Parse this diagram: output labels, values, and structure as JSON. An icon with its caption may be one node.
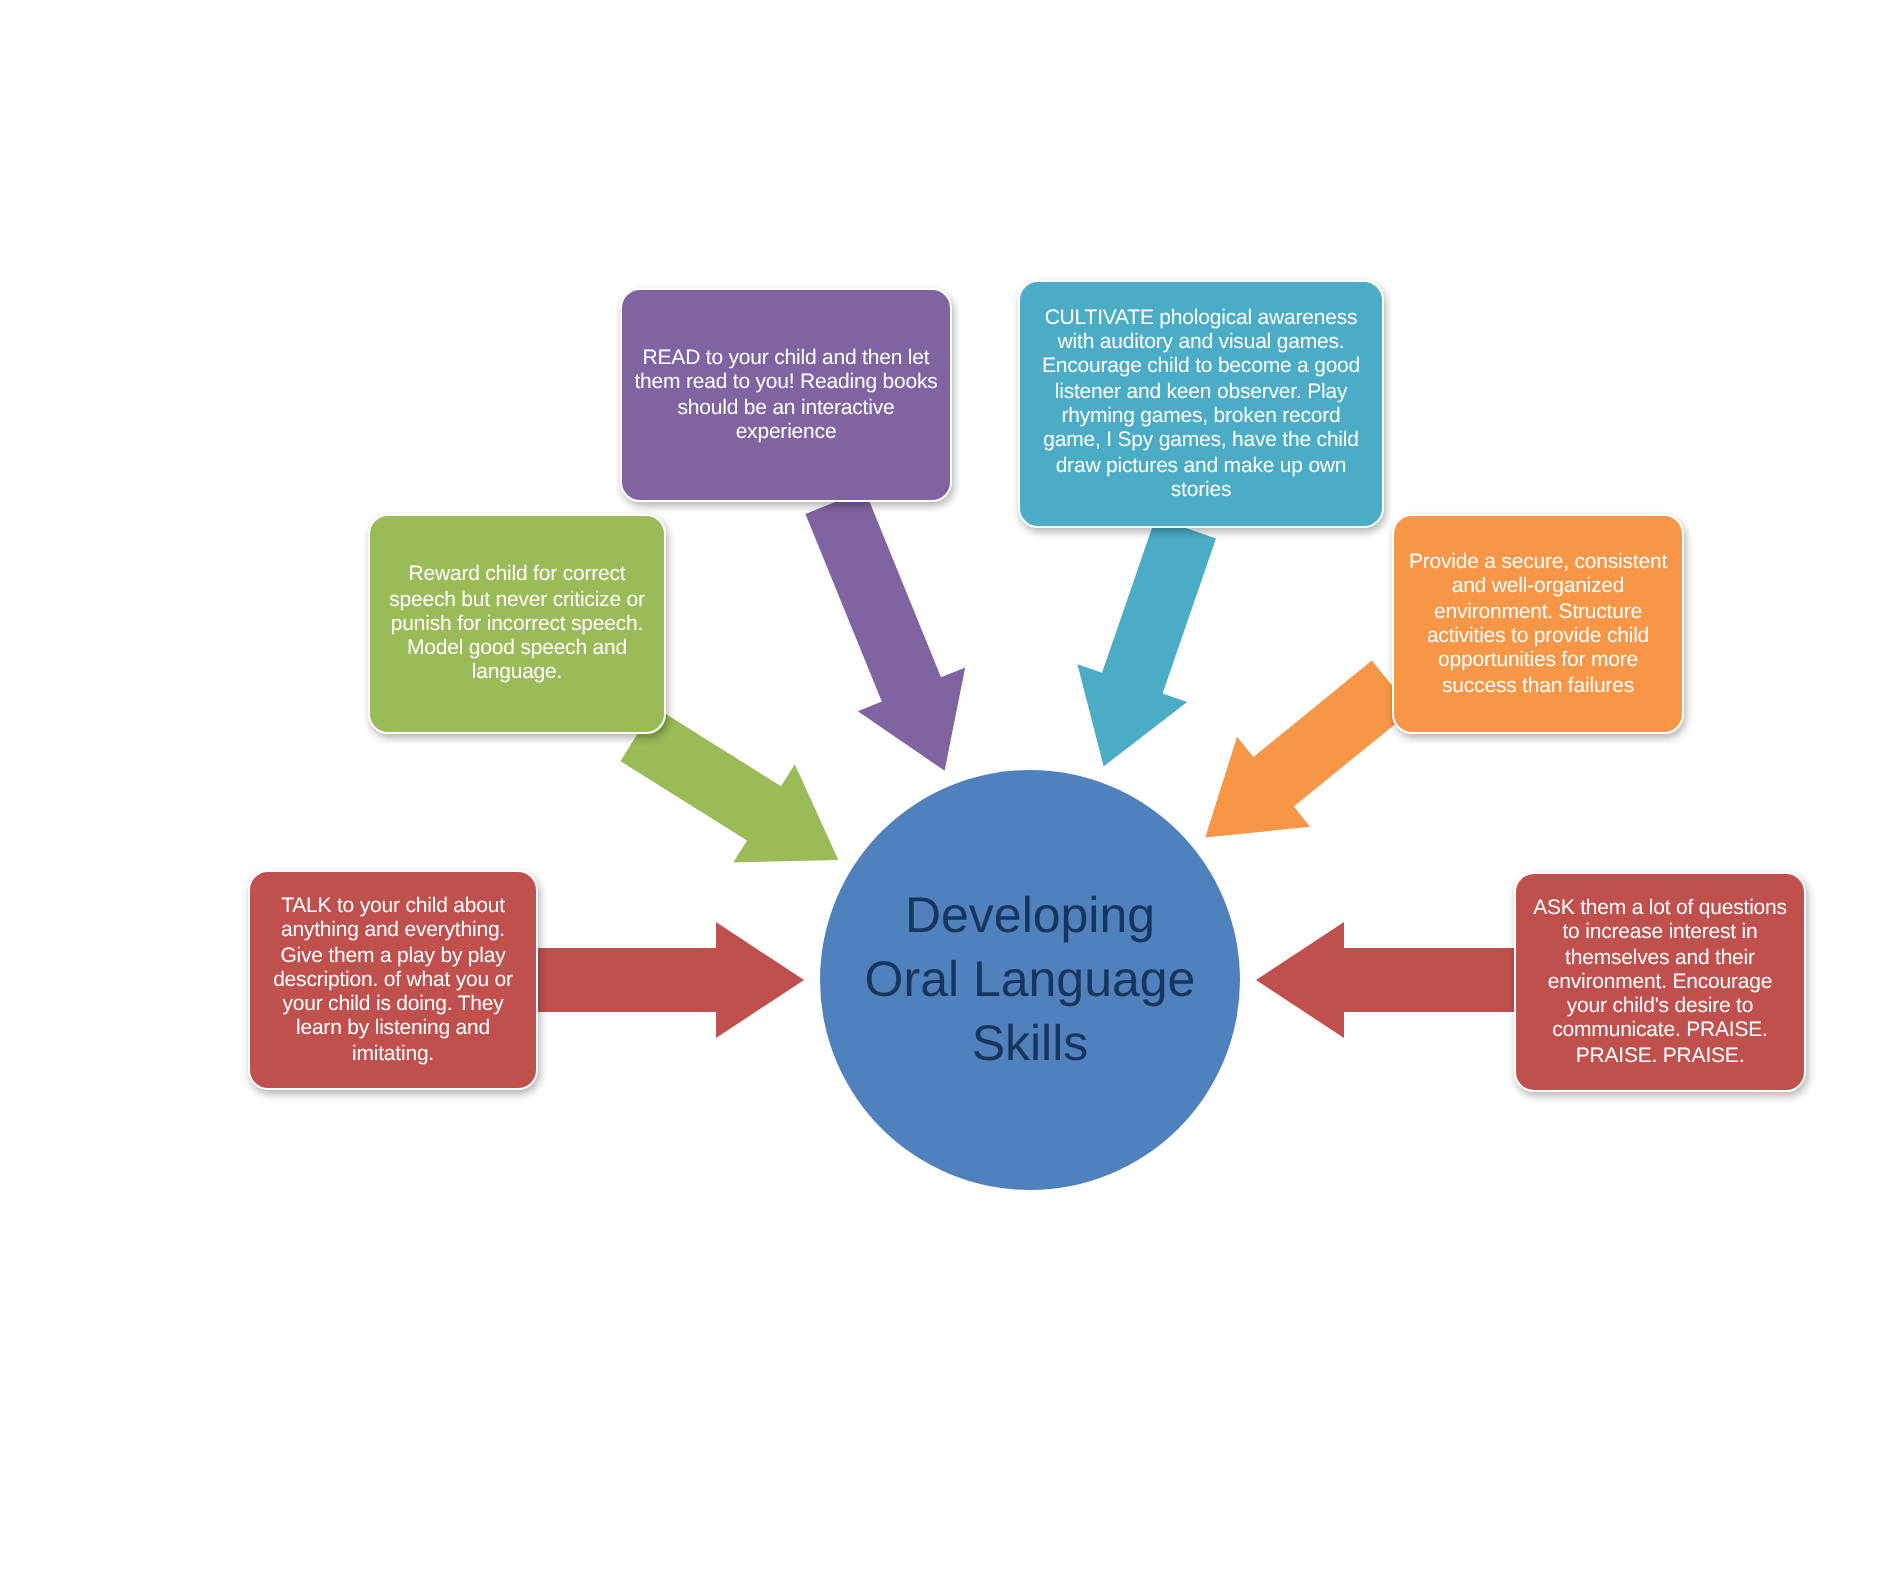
{
  "diagram": {
    "nodes": [
      {
        "text": [
          "Developing Oral Language Skills"
        ]
      },
      {
        "text": [
          "TALK to your child about anything and everything. Give them a play by play description. of what you or your child is doing. They learn by listening and imitating."
        ]
      },
      {
        "text": [
          "Reward child for correct speech but never criticize or punish for incorrect speech. Model good speech and language."
        ]
      },
      {
        "text": [
          "READ to your child and then let them read to you! Reading books should be an interactive experience"
        ]
      },
      {
        "text": [
          "CULTIVATE phological awareness with auditory and visual games. Encourage child to become a good listener and keen observer. Play rhyming games, broken record game, I Spy games, have the child draw pictures and make up own stories"
        ]
      },
      {
        "text": [
          "Provide a secure, consistent and well-organized environment. Structure activities to provide child opportunities for more success than failures"
        ]
      },
      {
        "text": [
          "ASK them a lot of questions to increase interest in themselves and their environment. Encourage your child's desire to communicate. PRAISE. PRAISE. PRAISE."
        ]
      }
    ],
    "edges": [
      {
        "from": 1,
        "to": 0,
        "arrow": "to",
        "style": "thick",
        "color": "#c0504d"
      },
      {
        "from": 2,
        "to": 0,
        "arrow": "to",
        "style": "thick",
        "color": "#9bbb59"
      },
      {
        "from": 3,
        "to": 0,
        "arrow": "to",
        "style": "thick",
        "color": "#8064a2"
      },
      {
        "from": 4,
        "to": 0,
        "arrow": "to",
        "style": "thick",
        "color": "#4bacc6"
      },
      {
        "from": 5,
        "to": 0,
        "arrow": "to",
        "style": "thick",
        "color": "#f79646"
      },
      {
        "from": 6,
        "to": 0,
        "arrow": "to",
        "style": "thick",
        "color": "#c0504d"
      }
    ]
  }
}
